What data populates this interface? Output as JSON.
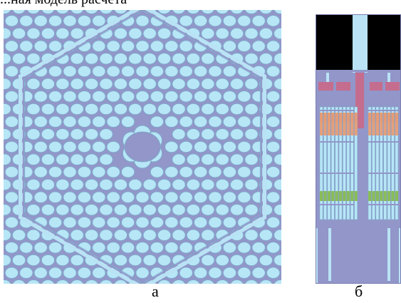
{
  "caption_fragment": "...ная модель расчета",
  "labels": {
    "left": "а",
    "right": "б"
  },
  "colors": {
    "coolant": "#9296c9",
    "rod": "#b7e6f7",
    "rod_outline": "#7fa9c9",
    "wall": "#b9e3f5",
    "black": "#000000",
    "pink": "#c56d8e",
    "orange": "#e49b75",
    "salmon": "#e3a07c",
    "green": "#88bd58",
    "white": "#ffffff"
  }
}
